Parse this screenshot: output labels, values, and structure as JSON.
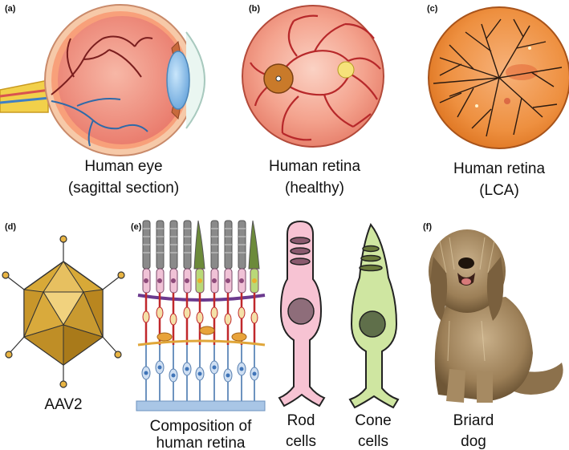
{
  "panels": {
    "a": {
      "letter": "(a)",
      "caption_line1": "Human eye",
      "caption_line2": "(sagittal section)"
    },
    "b": {
      "letter": "(b)",
      "caption_line1": "Human retina",
      "caption_line2": "(healthy)"
    },
    "c": {
      "letter": "(c)",
      "caption_line1": "Human retina",
      "caption_line2": "(LCA)"
    },
    "d": {
      "letter": "(d)",
      "caption_line1": "AAV2"
    },
    "e": {
      "letter": "(e)",
      "retina_caption_line1": "Composition of",
      "retina_caption_line2": "human retina",
      "rod_caption_line1": "Rod",
      "rod_caption_line2": "cells",
      "cone_caption_line1": "Cone",
      "cone_caption_line2": "cells"
    },
    "f": {
      "letter": "(f)",
      "caption_line1": "Briard",
      "caption_line2": "dog"
    }
  },
  "colors": {
    "retina_orange": "#f08a5d",
    "vessel_red": "#c0392b",
    "capsid_gold": "#d8a937",
    "rod_pink": "#f7c3d3",
    "cone_green": "#cfe6a1",
    "bipolar_blue": "#a9c6e6"
  }
}
